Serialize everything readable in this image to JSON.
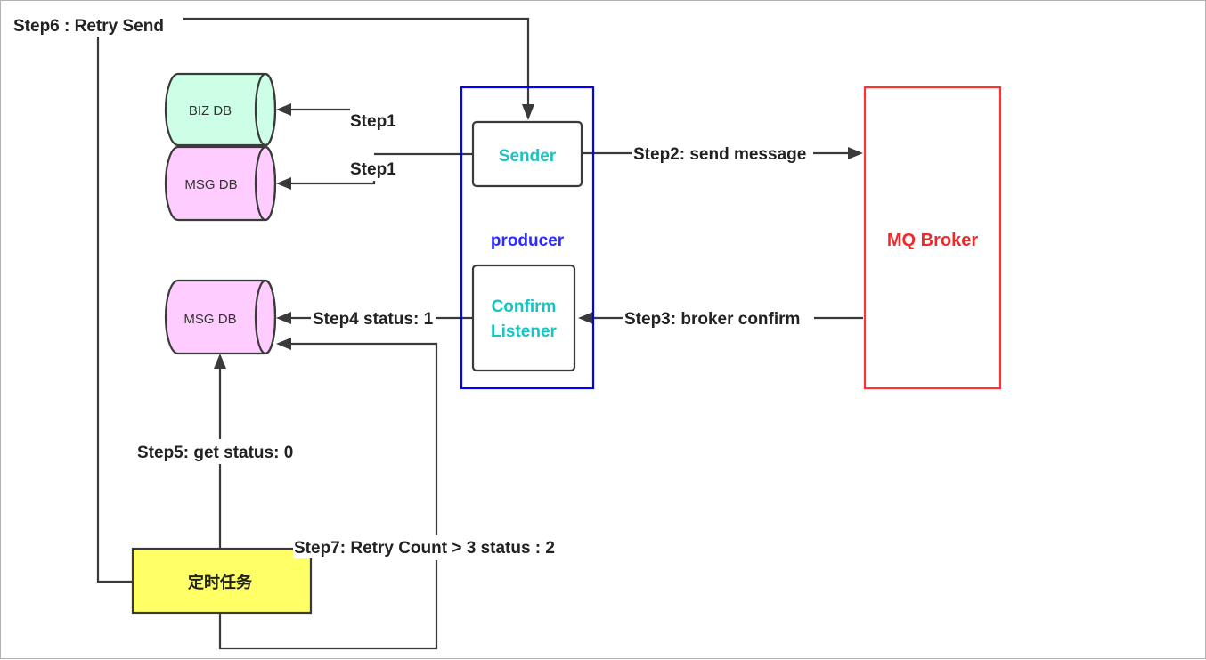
{
  "diagram": {
    "nodes": {
      "biz_db": {
        "label": "BIZ DB",
        "fill": "#ccffe6"
      },
      "msg_db_top": {
        "label": "MSG DB",
        "fill": "#ffccff"
      },
      "msg_db_bottom": {
        "label": "MSG DB",
        "fill": "#ffccff"
      },
      "producer": {
        "label": "producer",
        "color": "#2b2bff",
        "border": "#0000ff"
      },
      "sender": {
        "label": "Sender",
        "color": "#19c3c3"
      },
      "confirm_listener": {
        "line1": "Confirm",
        "line2": "Listener",
        "color": "#19c3c3"
      },
      "mq_broker": {
        "label": "MQ Broker",
        "color": "#ee2b2b",
        "border": "#ff3333"
      },
      "scheduled_task": {
        "label": "定时任务",
        "fill": "#ffff66"
      }
    },
    "edges": {
      "step1_biz": "Step1",
      "step1_msg": "Step1",
      "step2": "Step2:  send message",
      "step3": "Step3:  broker confirm",
      "step4": "Step4 status: 1",
      "step5": "Step5: get status:  0",
      "step6": "Step6 :  Retry Send",
      "step7": "Step7: Retry Count > 3 status : 2"
    }
  }
}
